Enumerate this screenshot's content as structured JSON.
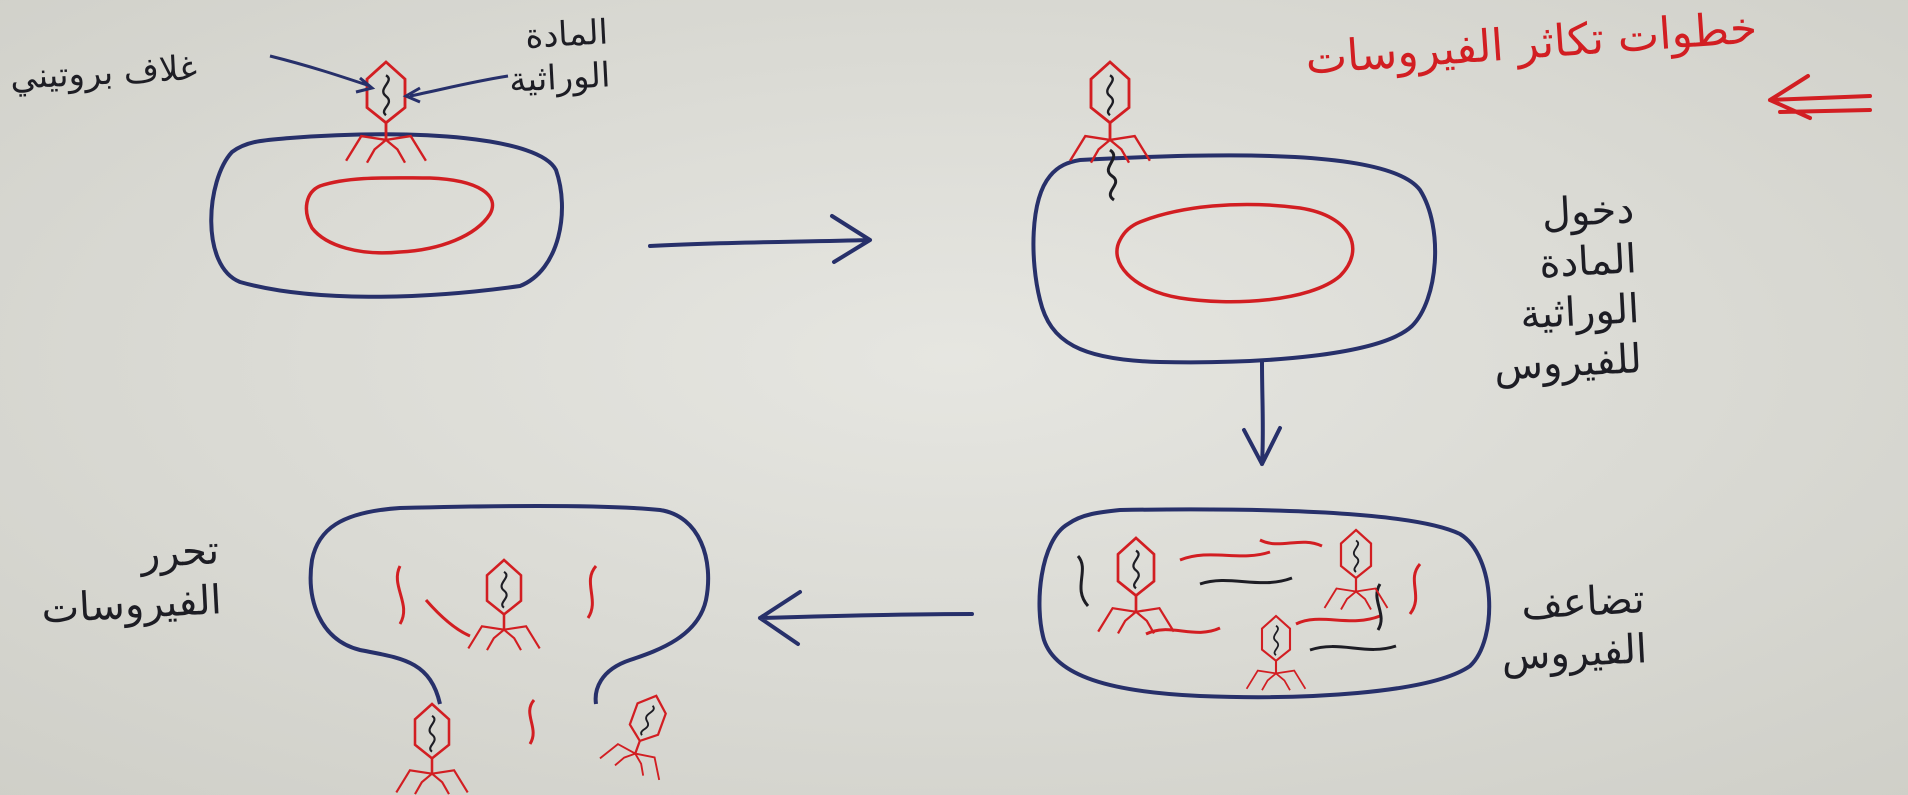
{
  "title": "خطوات تكاثر الفيروسات",
  "labels": {
    "protein_coat": "غلاف بروتيني",
    "genetic_material_1": "المادة",
    "genetic_material_2": "الوراثية",
    "entry_1": "دخول",
    "entry_2": "المادة",
    "entry_3": "الوراثية",
    "entry_4": "للفيروس",
    "multiply_1": "تضاعف",
    "multiply_2": "الفيروس",
    "release_1": "تحرر",
    "release_2": "الفيروسات"
  },
  "colors": {
    "paper": "#dcdcd6",
    "blue_ink": "#27306a",
    "red_ink": "#d21e22",
    "black_ink": "#1d1d24"
  }
}
